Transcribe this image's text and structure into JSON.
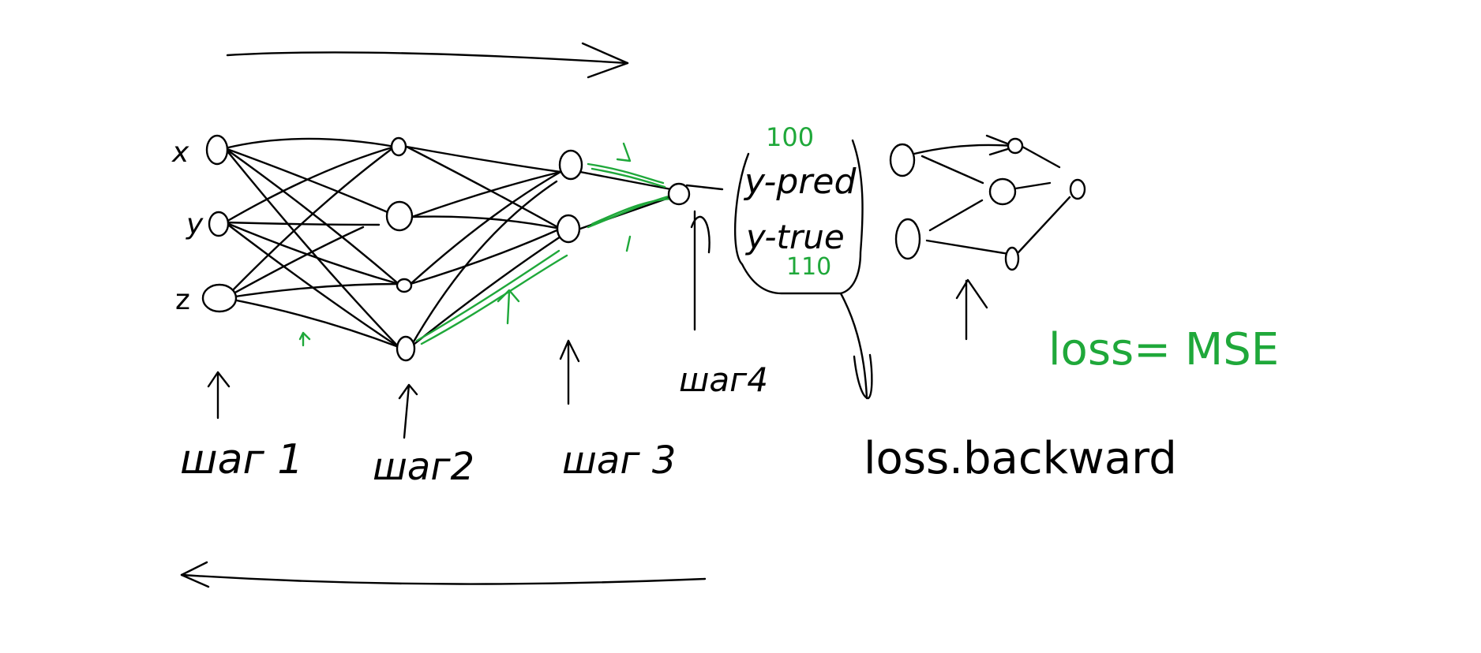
{
  "colors": {
    "ink": "#000000",
    "annotation": "#1fa83a",
    "background": "#ffffff"
  },
  "inputs": {
    "x": "x",
    "y": "y",
    "z": "z"
  },
  "steps": {
    "step1": "шаг 1",
    "step2": "шаг2",
    "step3": "шаг 3",
    "step4": "шаг4"
  },
  "box": {
    "pred_label": "y-pred",
    "true_label": "y-true",
    "pred_value": "100",
    "true_value": "110"
  },
  "loss": {
    "formula": "loss= MSE",
    "backward": "loss.backward"
  }
}
